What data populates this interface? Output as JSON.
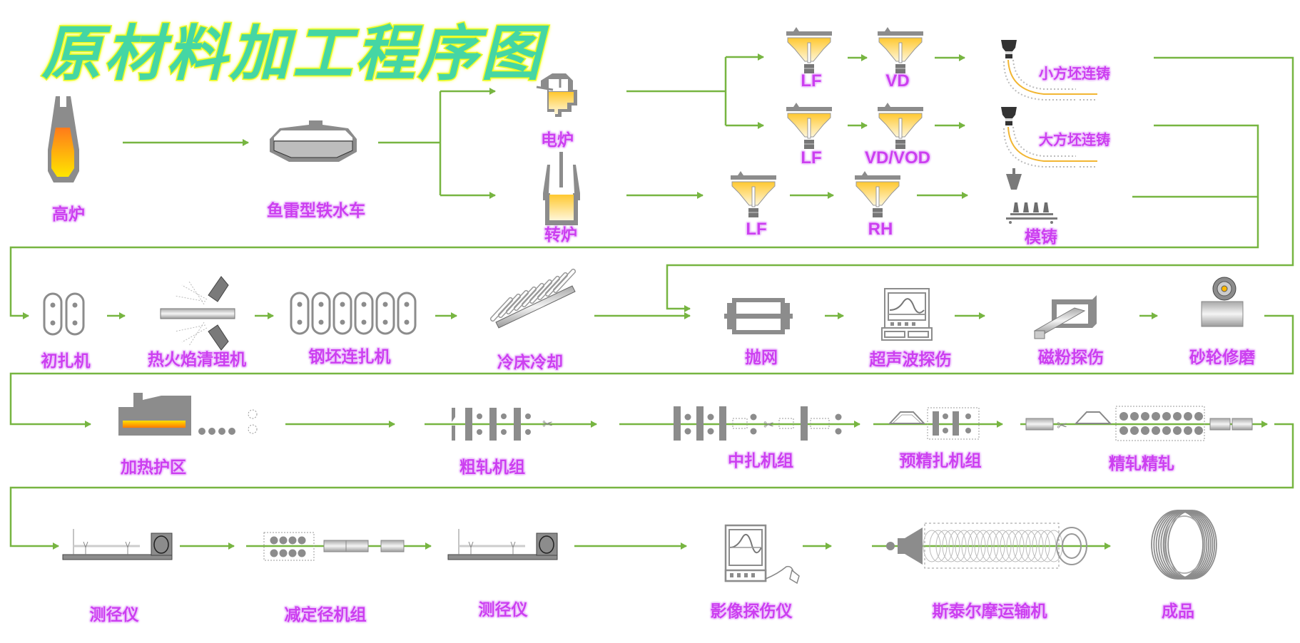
{
  "title": "原材料加工程序图",
  "colors": {
    "flow_line": "#77b541",
    "label": "#cc3ff0",
    "equipment_gray": "#8c8c8c",
    "molten_yellow": "#ffd23c",
    "molten_orange": "#ff8a00",
    "title_fill": "#45d6a4",
    "title_stroke": "#e6f51a"
  },
  "rows": [
    {
      "name": "smelting-and-refining",
      "nodes": [
        {
          "id": "blast-furnace",
          "label": "高炉",
          "icon": "blast-furnace-icon"
        },
        {
          "id": "torpedo-car",
          "label": "鱼雷型铁水车",
          "icon": "torpedo-car-icon"
        },
        {
          "id": "electric-furnace",
          "label": "电炉",
          "icon": "electric-furnace-icon"
        },
        {
          "id": "converter",
          "label": "转炉",
          "icon": "converter-icon"
        },
        {
          "id": "lf-1",
          "label": "LF",
          "icon": "ladle-furnace-icon"
        },
        {
          "id": "vd",
          "label": "VD",
          "icon": "ladle-furnace-icon"
        },
        {
          "id": "lf-2",
          "label": "LF",
          "icon": "ladle-furnace-icon"
        },
        {
          "id": "vd-vod",
          "label": "VD/VOD",
          "icon": "ladle-furnace-icon"
        },
        {
          "id": "lf-3",
          "label": "LF",
          "icon": "ladle-furnace-icon"
        },
        {
          "id": "rh",
          "label": "RH",
          "icon": "ladle-furnace-icon"
        },
        {
          "id": "billet-caster",
          "label": "小方坯连铸",
          "icon": "continuous-caster-icon"
        },
        {
          "id": "bloom-caster",
          "label": "大方坯连铸",
          "icon": "continuous-caster-icon"
        },
        {
          "id": "ingot-casting",
          "label": "模铸",
          "icon": "ingot-mold-icon"
        }
      ]
    },
    {
      "name": "billet-processing",
      "nodes": [
        {
          "id": "roughing-mill",
          "label": "初扎机",
          "icon": "two-roll-stand-icon"
        },
        {
          "id": "scarfing",
          "label": "热火焰清理机",
          "icon": "flame-scarfer-icon"
        },
        {
          "id": "billet-mill",
          "label": "钢坯连扎机",
          "icon": "six-roll-stand-icon"
        },
        {
          "id": "cooling-bed",
          "label": "冷床冷却",
          "icon": "cooling-bed-icon"
        },
        {
          "id": "shot-blast",
          "label": "抛网",
          "icon": "shot-blast-icon"
        },
        {
          "id": "ultrasonic",
          "label": "超声波探伤",
          "icon": "ultrasonic-tester-icon"
        },
        {
          "id": "magnetic",
          "label": "磁粉探伤",
          "icon": "magnetic-tester-icon"
        },
        {
          "id": "grinding",
          "label": "砂轮修磨",
          "icon": "grinding-wheel-icon"
        }
      ]
    },
    {
      "name": "rolling",
      "nodes": [
        {
          "id": "reheat",
          "label": "加热护区",
          "icon": "reheating-furnace-icon"
        },
        {
          "id": "rough-rolling",
          "label": "粗轧机组",
          "icon": "rolling-stands-icon"
        },
        {
          "id": "intermediate",
          "label": "中扎机组",
          "icon": "rolling-stands-icon"
        },
        {
          "id": "pre-finishing",
          "label": "预精扎机组",
          "icon": "pre-finishing-icon"
        },
        {
          "id": "finishing",
          "label": "精轧精轧",
          "icon": "finishing-block-icon"
        }
      ]
    },
    {
      "name": "finishing-line",
      "nodes": [
        {
          "id": "gauge-1",
          "label": "测径仪",
          "icon": "gauge-icon"
        },
        {
          "id": "sizing",
          "label": "减定径机组",
          "icon": "sizing-mill-icon"
        },
        {
          "id": "gauge-2",
          "label": "测径仪",
          "icon": "gauge-icon"
        },
        {
          "id": "imaging",
          "label": "影像探伤仪",
          "icon": "image-tester-icon"
        },
        {
          "id": "stelmor",
          "label": "斯泰尔摩运输机",
          "icon": "stelmor-conveyor-icon"
        },
        {
          "id": "product",
          "label": "成品",
          "icon": "wire-coil-icon"
        }
      ]
    }
  ]
}
